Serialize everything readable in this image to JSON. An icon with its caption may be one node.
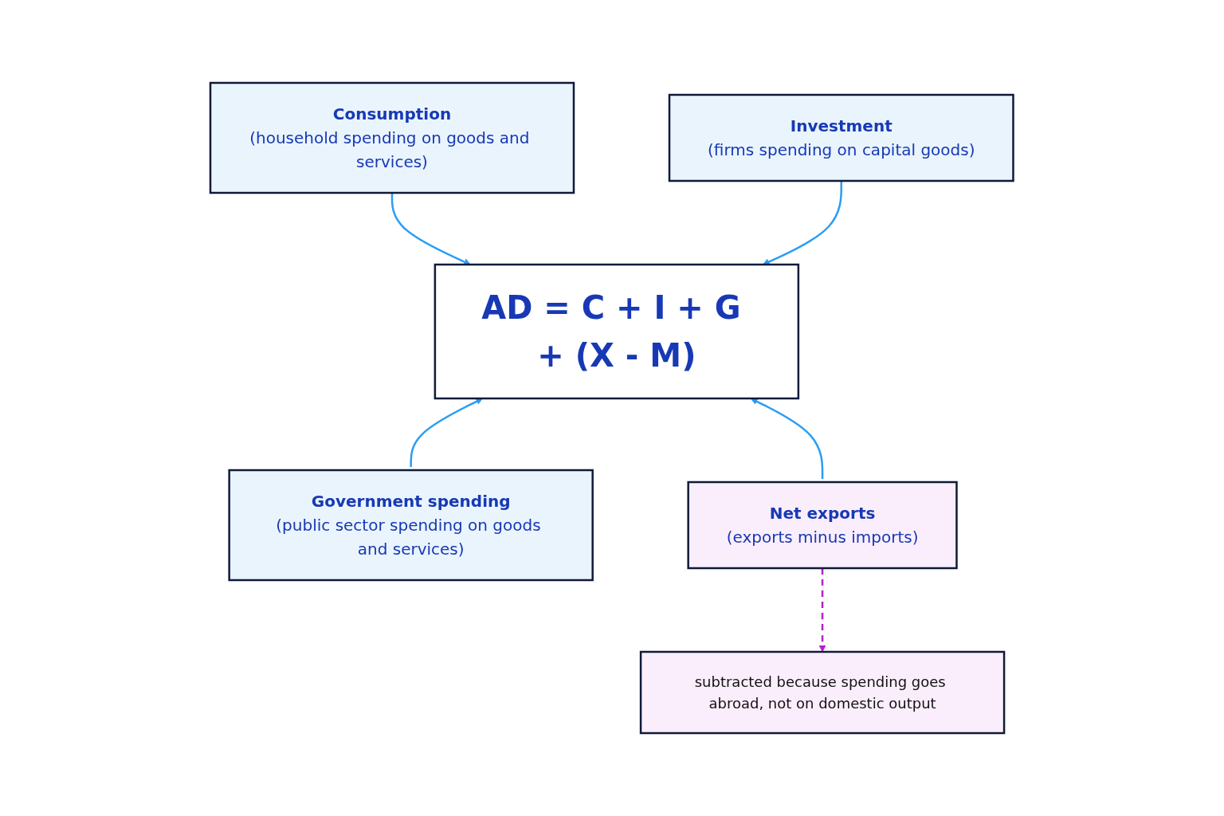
{
  "diagram": {
    "nodes": [
      {
        "text": [
          "Consumption",
          "(household spending on goods and services)"
        ]
      },
      {
        "text": [
          "Investment",
          "(firms spending on capital goods)"
        ]
      },
      {
        "text": [
          "AD = C + I + G + (X - M)"
        ]
      },
      {
        "text": [
          "Government spending",
          "(public sector spending on goods and services)"
        ]
      },
      {
        "text": [
          "Net exports",
          "(exports minus imports)"
        ]
      },
      {
        "text": [
          "subtracted because spending goes abroad, not on domestic output"
        ]
      }
    ],
    "edges": [
      {
        "from": 0,
        "to": 2,
        "arrow": "to"
      },
      {
        "from": 1,
        "to": 2,
        "arrow": "to"
      },
      {
        "from": 3,
        "to": 2,
        "arrow": "to"
      },
      {
        "from": 4,
        "to": 2,
        "arrow": "to"
      },
      {
        "from": 4,
        "to": 5,
        "arrow": "to",
        "style": "dashed",
        "color": "#b61fc9"
      }
    ]
  }
}
